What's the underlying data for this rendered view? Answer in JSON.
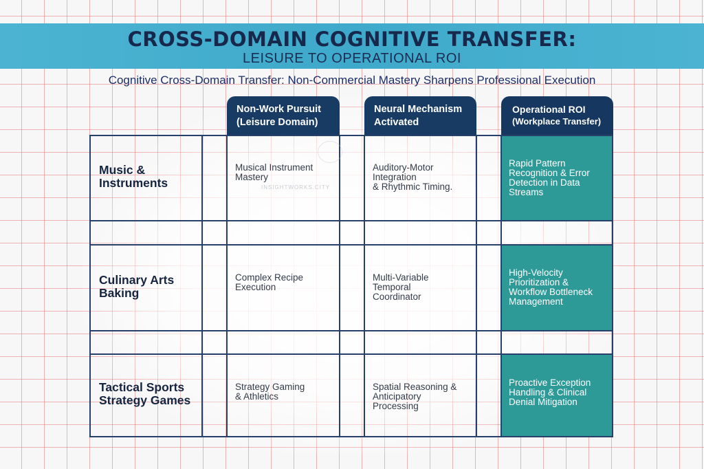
{
  "title": "CROSS-DOMAIN COGNITIVE TRANSFER:",
  "subtitle": "LEISURE TO OPERATIONAL ROI",
  "heading": "Cognitive Cross-Domain Transfer: Non-Commercial Mastery Sharpens Professional Execution",
  "columns": [
    {
      "line1": "Non-Work Pursuit",
      "line2": "(Leisure Domain)"
    },
    {
      "line1": "Neural Mechanism",
      "line2": "Activated"
    },
    {
      "line1": "Operational ROI",
      "line2": "(Workplace Transfer)"
    }
  ],
  "rows": [
    {
      "label": [
        "Music &",
        "Instruments"
      ],
      "pursuit": [
        "Musical Instrument",
        "Mastery"
      ],
      "mechanism": [
        "Auditory-Motor",
        "Integration",
        "& Rhythmic Timing."
      ],
      "roi": [
        "Rapid Pattern",
        "Recognition & Error",
        "Detection in Data",
        "Streams"
      ]
    },
    {
      "label": [
        "Culinary Arts",
        "Baking"
      ],
      "pursuit": [
        "Complex Recipe",
        "Execution"
      ],
      "mechanism": [
        "Multi-Variable",
        "Temporal",
        "Coordinator"
      ],
      "roi": [
        "High-Velocity",
        "Prioritization &",
        "Workflow Bottleneck",
        "Management"
      ]
    },
    {
      "label": [
        "Tactical Sports",
        "Strategy Games"
      ],
      "pursuit": [
        "Strategy Gaming",
        "& Athletics"
      ],
      "mechanism": [
        "Spatial Reasoning &",
        "Anticipatory",
        "Processing"
      ],
      "roi": [
        "Proactive Exception",
        "Handling & Clinical",
        "Denial Mitigation"
      ]
    }
  ],
  "watermark": "INSIGHTWORKS.CITY",
  "colors": {
    "banner": "#3fa9cb",
    "header_navy": "#173b62",
    "roi_teal": "#2e9a97",
    "grid_line": "#e87878",
    "table_line": "#27406a"
  }
}
